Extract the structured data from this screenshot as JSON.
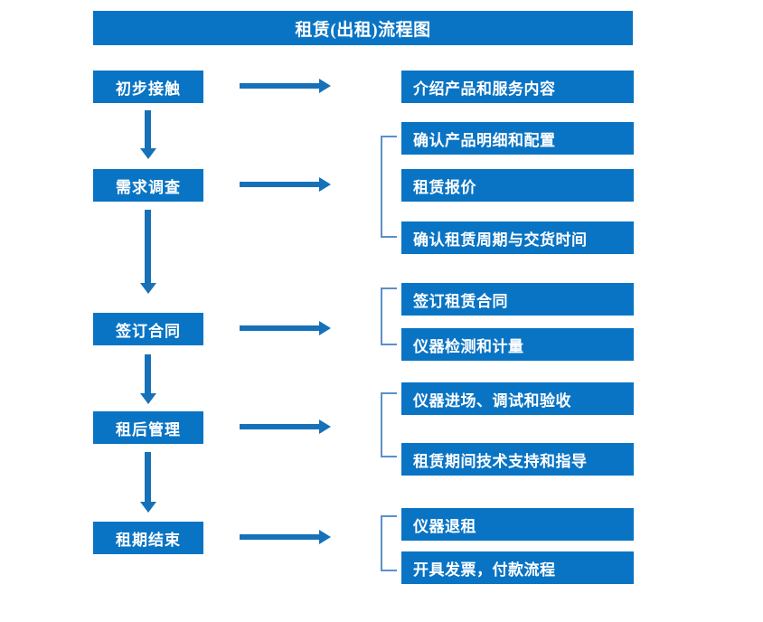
{
  "header": {
    "title": "租赁(出租)流程图"
  },
  "colors": {
    "box_blue": "#0a74c4",
    "arrow_blue": "#1771b8",
    "bracket_blue": "#5b8fc9",
    "text_white": "#ffffff",
    "background": "#ffffff"
  },
  "stages": [
    {
      "label": "初步接触"
    },
    {
      "label": "需求调查"
    },
    {
      "label": "签订合同"
    },
    {
      "label": "租后管理"
    },
    {
      "label": "租期结束"
    }
  ],
  "details": [
    {
      "label": "介绍产品和服务内容"
    },
    {
      "label": "确认产品明细和配置"
    },
    {
      "label": "租赁报价"
    },
    {
      "label": "确认租赁周期与交货时间"
    },
    {
      "label": "签订租赁合同"
    },
    {
      "label": "仪器检测和计量"
    },
    {
      "label": "仪器进场、调试和验收"
    },
    {
      "label": "租赁期间技术支持和指导"
    },
    {
      "label": "仪器退租"
    },
    {
      "label": "开具发票，付款流程"
    }
  ],
  "connectors": {
    "down_arrow_name": "down-arrow-icon",
    "right_arrow_name": "right-arrow-icon",
    "bracket_name": "group-bracket"
  }
}
